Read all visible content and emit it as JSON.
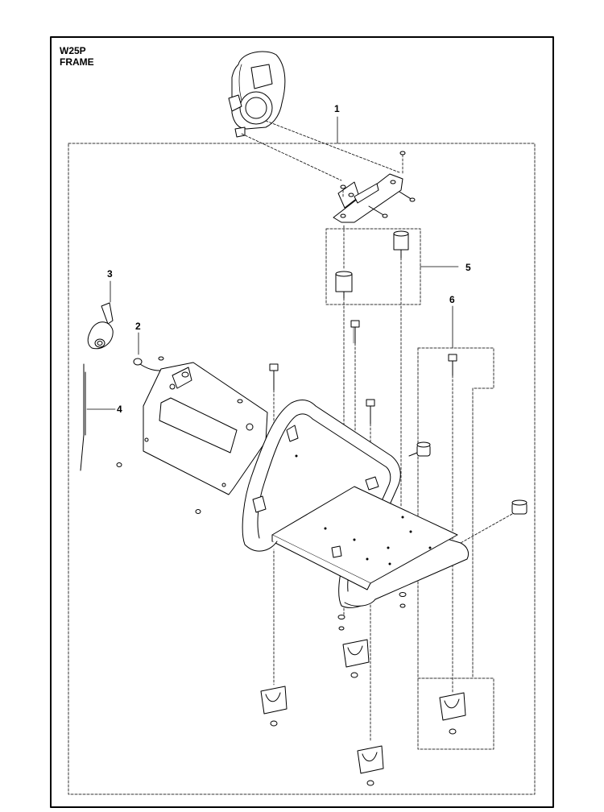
{
  "header": {
    "model": "W25P",
    "section": "FRAME"
  },
  "callouts": [
    "1",
    "2",
    "3",
    "4",
    "5",
    "6"
  ]
}
